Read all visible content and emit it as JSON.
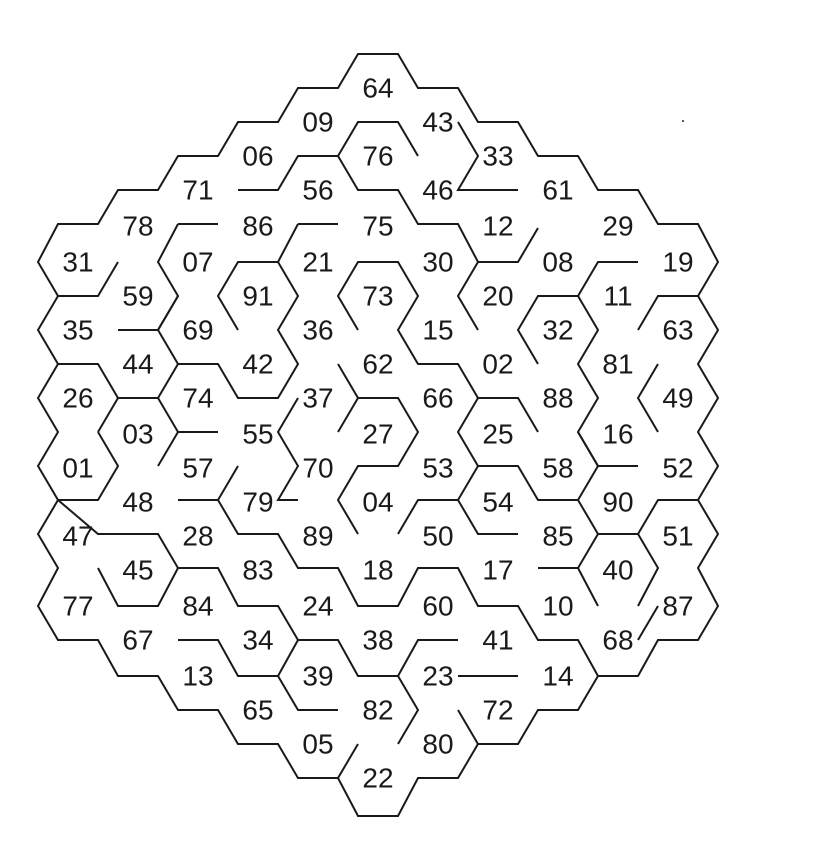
{
  "puzzle": {
    "cells": [
      {
        "n": "64"
      },
      {
        "n": "09"
      },
      {
        "n": "43"
      },
      {
        "n": "06"
      },
      {
        "n": "76"
      },
      {
        "n": "33"
      },
      {
        "n": "71"
      },
      {
        "n": "56"
      },
      {
        "n": "46"
      },
      {
        "n": "61"
      },
      {
        "n": "78"
      },
      {
        "n": "86"
      },
      {
        "n": "75"
      },
      {
        "n": "12"
      },
      {
        "n": "29"
      },
      {
        "n": "31"
      },
      {
        "n": "07"
      },
      {
        "n": "21"
      },
      {
        "n": "30"
      },
      {
        "n": "08"
      },
      {
        "n": "19"
      },
      {
        "n": "59"
      },
      {
        "n": "91"
      },
      {
        "n": "73"
      },
      {
        "n": "20"
      },
      {
        "n": "11"
      },
      {
        "n": "35"
      },
      {
        "n": "69"
      },
      {
        "n": "36"
      },
      {
        "n": "15"
      },
      {
        "n": "32"
      },
      {
        "n": "63"
      },
      {
        "n": "44"
      },
      {
        "n": "42"
      },
      {
        "n": "62"
      },
      {
        "n": "02"
      },
      {
        "n": "81"
      },
      {
        "n": "26"
      },
      {
        "n": "74"
      },
      {
        "n": "37"
      },
      {
        "n": "66"
      },
      {
        "n": "88"
      },
      {
        "n": "49"
      },
      {
        "n": "03"
      },
      {
        "n": "55"
      },
      {
        "n": "27"
      },
      {
        "n": "25"
      },
      {
        "n": "16"
      },
      {
        "n": "01"
      },
      {
        "n": "57"
      },
      {
        "n": "70"
      },
      {
        "n": "53"
      },
      {
        "n": "58"
      },
      {
        "n": "52"
      },
      {
        "n": "48"
      },
      {
        "n": "79"
      },
      {
        "n": "04"
      },
      {
        "n": "54"
      },
      {
        "n": "90"
      },
      {
        "n": "47"
      },
      {
        "n": "28"
      },
      {
        "n": "89"
      },
      {
        "n": "50"
      },
      {
        "n": "85"
      },
      {
        "n": "51"
      },
      {
        "n": "45"
      },
      {
        "n": "83"
      },
      {
        "n": "18"
      },
      {
        "n": "17"
      },
      {
        "n": "40"
      },
      {
        "n": "77"
      },
      {
        "n": "84"
      },
      {
        "n": "24"
      },
      {
        "n": "60"
      },
      {
        "n": "10"
      },
      {
        "n": "87"
      },
      {
        "n": "67"
      },
      {
        "n": "34"
      },
      {
        "n": "38"
      },
      {
        "n": "41"
      },
      {
        "n": "68"
      },
      {
        "n": "13"
      },
      {
        "n": "39"
      },
      {
        "n": "23"
      },
      {
        "n": "14"
      },
      {
        "n": "65"
      },
      {
        "n": "82"
      },
      {
        "n": "72"
      },
      {
        "n": "05"
      },
      {
        "n": "80"
      },
      {
        "n": "22"
      }
    ]
  }
}
